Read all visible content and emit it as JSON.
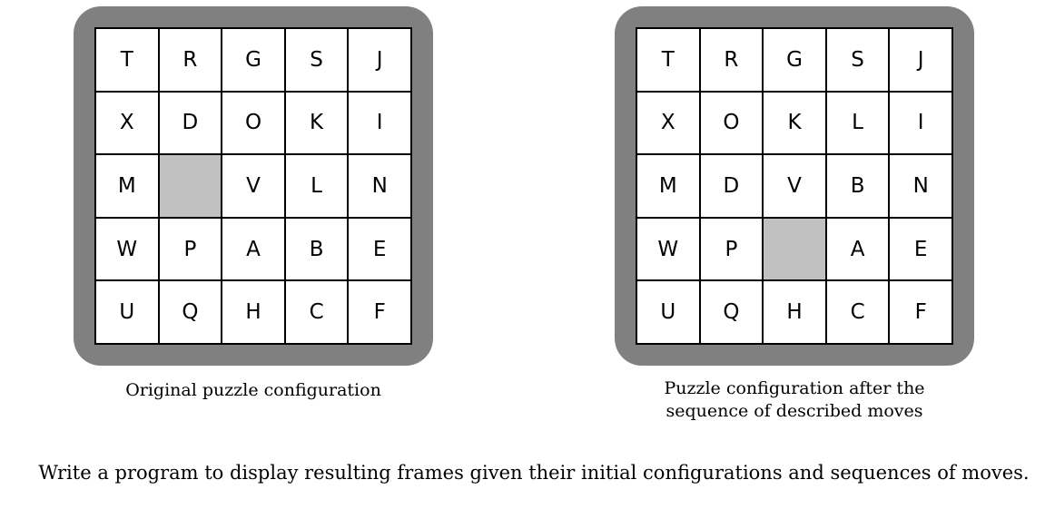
{
  "puzzles": {
    "original": {
      "caption": "Original puzzle configuration",
      "rows": [
        [
          "T",
          "R",
          "G",
          "S",
          "J"
        ],
        [
          "X",
          "D",
          "O",
          "K",
          "I"
        ],
        [
          "M",
          "",
          "V",
          "L",
          "N"
        ],
        [
          "W",
          "P",
          "A",
          "B",
          "E"
        ],
        [
          "U",
          "Q",
          "H",
          "C",
          "F"
        ]
      ]
    },
    "after": {
      "caption_line1": "Puzzle configuration after the",
      "caption_line2": "sequence of described moves",
      "rows": [
        [
          "T",
          "R",
          "G",
          "S",
          "J"
        ],
        [
          "X",
          "O",
          "K",
          "L",
          "I"
        ],
        [
          "M",
          "D",
          "V",
          "B",
          "N"
        ],
        [
          "W",
          "P",
          "",
          "A",
          "E"
        ],
        [
          "U",
          "Q",
          "H",
          "C",
          "F"
        ]
      ]
    }
  },
  "instruction": "Write a program to display resulting frames given their initial configurations and sequences of moves.",
  "colors": {
    "frame": "#808080",
    "empty_cell": "#c0c0c0",
    "cell": "#ffffff"
  }
}
